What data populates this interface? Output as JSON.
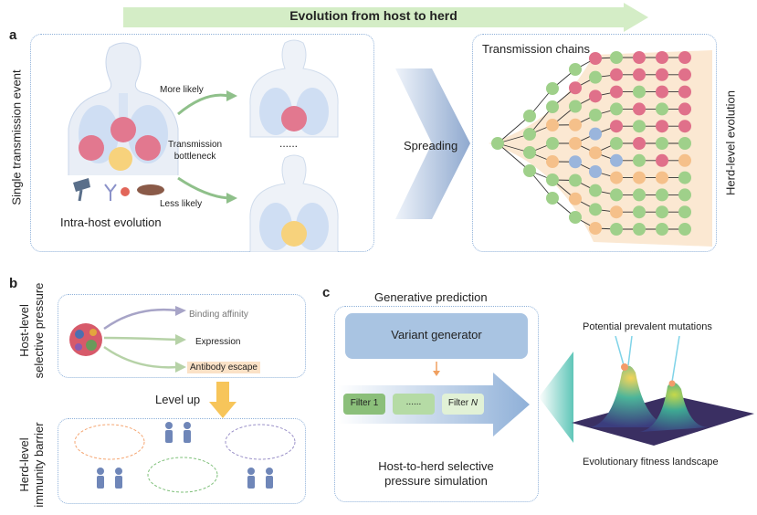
{
  "banner": {
    "title": "Evolution from host to herd"
  },
  "panel_a": {
    "letter": "a",
    "side_label": "Single transmission event",
    "more_likely": "More likely",
    "bottleneck": "Transmission\nbottleneck",
    "less_likely": "Less likely",
    "ellipsis": "......",
    "intra_host": "Intra-host evolution",
    "spreading": "Spreading",
    "chains_title": "Transmission chains",
    "herd_label": "Herd-level evolution"
  },
  "panel_b": {
    "letter": "b",
    "host_side": "Host-level\nselective pressure",
    "binding": "Binding affinity",
    "expression": "Expression",
    "escape": "Antibody escape",
    "level_up": "Level up",
    "herd_side": "Herd-level\nimmunity barrier"
  },
  "panel_c": {
    "letter": "c",
    "gen_title": "Generative prediction",
    "generator": "Variant generator",
    "filter1": "Filter 1",
    "filter_dots": "......",
    "filterN_prefix": "Filter ",
    "filterN_italic": "N",
    "sim": "Host-to-herd selective\npressure simulation",
    "potential": "Potential prevalent mutations",
    "landscape": "Evolutionary fitness landscape"
  },
  "colors": {
    "green_node": "#9fd08a",
    "red_node": "#e0708a",
    "orange_node": "#f5c08a",
    "blue_node": "#9ab5dc",
    "box_border": "#8fb1d9",
    "banner": "#cdeabf"
  }
}
